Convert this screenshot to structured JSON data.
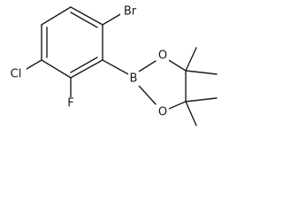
{
  "molecule": {
    "atoms": {
      "br": "Br",
      "cl": "Cl",
      "f": "F",
      "b": "B",
      "o_top": "O",
      "o_bottom": "O"
    }
  }
}
